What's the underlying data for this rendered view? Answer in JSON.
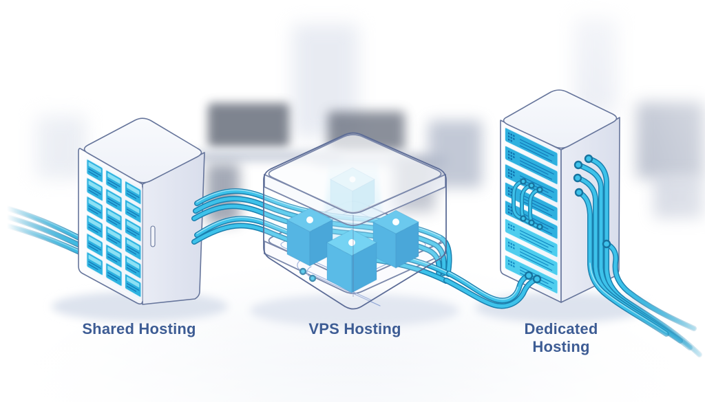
{
  "diagram": {
    "nodes": [
      {
        "id": "shared",
        "label": "Shared Hosting"
      },
      {
        "id": "vps",
        "label": "VPS Hosting"
      },
      {
        "id": "dedicated",
        "label": "Dedicated Hosting"
      }
    ],
    "colors": {
      "cable_fill": "#3dc2ea",
      "cable_outline": "#1a7fae",
      "panel_cyan": "#2eb2e0",
      "glass_outline": "#5b6b96",
      "label_text": "#3d5c94"
    }
  }
}
